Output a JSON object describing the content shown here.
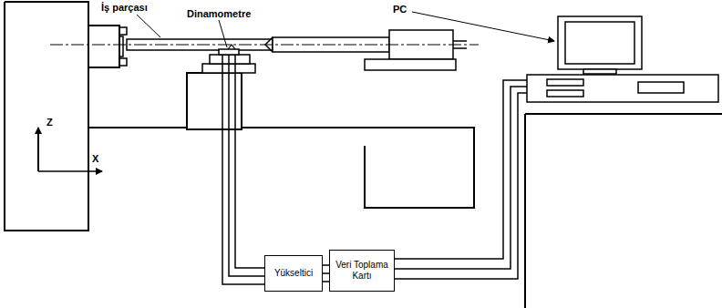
{
  "diagram": {
    "nodes": [
      {
        "text": [
          "Yükseltici"
        ]
      },
      {
        "text": [
          "Veri Toplama Kartı"
        ]
      }
    ],
    "edges": [
      {
        "from": 0,
        "to": 1,
        "arrow": "none"
      }
    ],
    "labels": [
      "İş parçası",
      "Dinamometre",
      "PC",
      "Z",
      "X"
    ]
  }
}
